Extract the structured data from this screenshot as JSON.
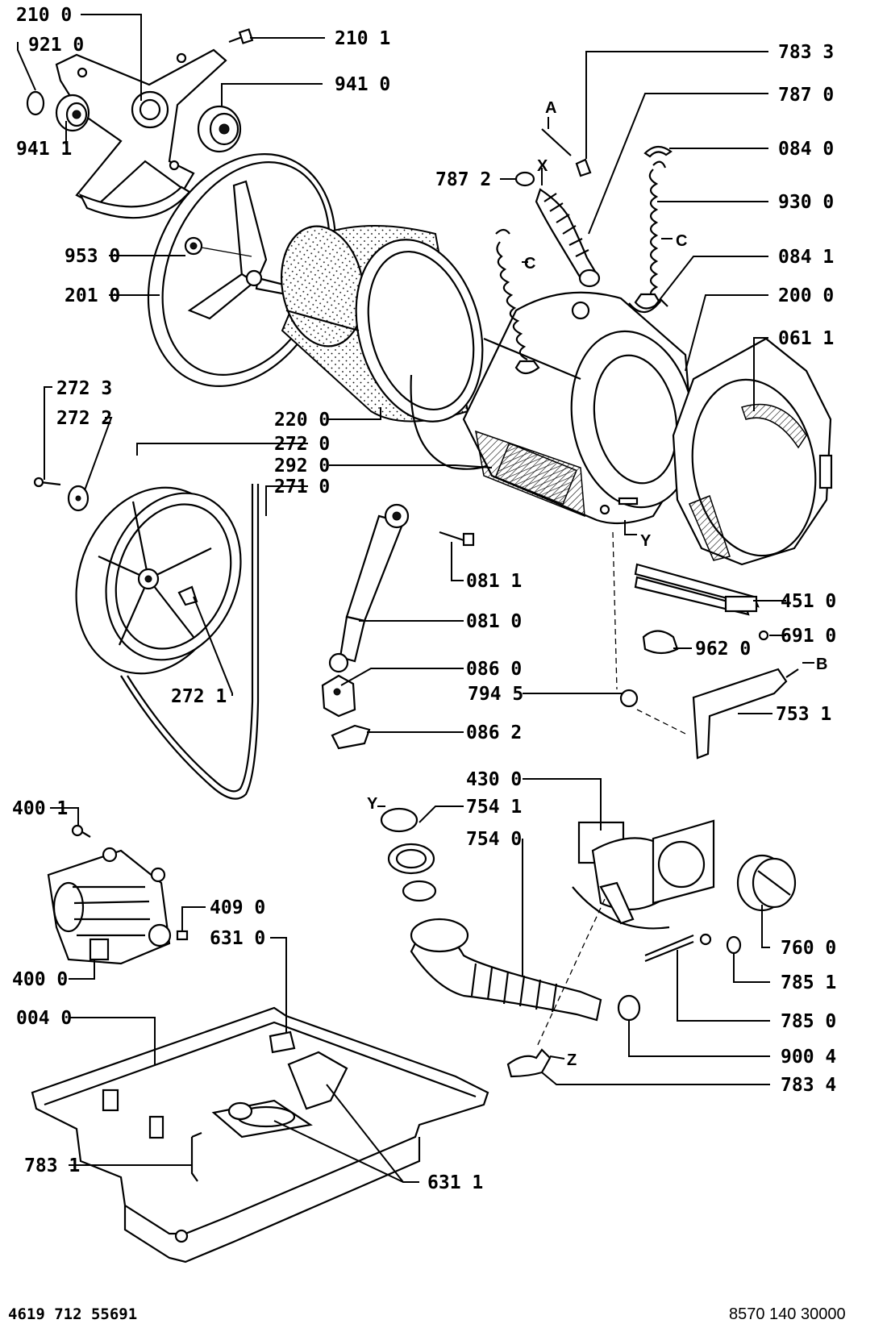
{
  "labels": {
    "p2100": "210 0",
    "p9210": "921 0",
    "p2101": "210 1",
    "p9411": "941 1",
    "p9410": "941 0",
    "p7833": "783 3",
    "p7870": "787 0",
    "pA": "A",
    "p0840": "084 0",
    "p7872": "787 2",
    "pX": "X",
    "p9300": "930 0",
    "pC1": "C",
    "pC2": "C",
    "p9530": "953 0",
    "p0841": "084 1",
    "p2010": "201 0",
    "p2000": "200 0",
    "p0611": "061 1",
    "p2723": "272 3",
    "p2722": "272 2",
    "p2200": "220 0",
    "p2720": "272 0",
    "p2920": "292 0",
    "p2710": "271 0",
    "pY1": "Y",
    "p0811": "081 1",
    "p4510": "451 0",
    "p0810": "081 0",
    "p6910": "691 0",
    "p9620": "962 0",
    "p0860": "086 0",
    "pB": "B",
    "p2721": "272 1",
    "p7945": "794 5",
    "p7531": "753 1",
    "p0862": "086 2",
    "p4300": "430 0",
    "pY2": "Y",
    "p7541": "754 1",
    "p4001": "400 1",
    "p7540": "754 0",
    "p4090": "409 0",
    "p6310": "631 0",
    "p7600": "760 0",
    "p4000": "400 0",
    "p7851": "785 1",
    "p0040": "004 0",
    "p7850": "785 0",
    "p9004": "900 4",
    "pZ": "Z",
    "p7834": "783 4",
    "p7831": "783 1",
    "p6311": "631 1"
  },
  "footer": {
    "left": "4619 712 55691",
    "right": "8570 140 30000"
  }
}
